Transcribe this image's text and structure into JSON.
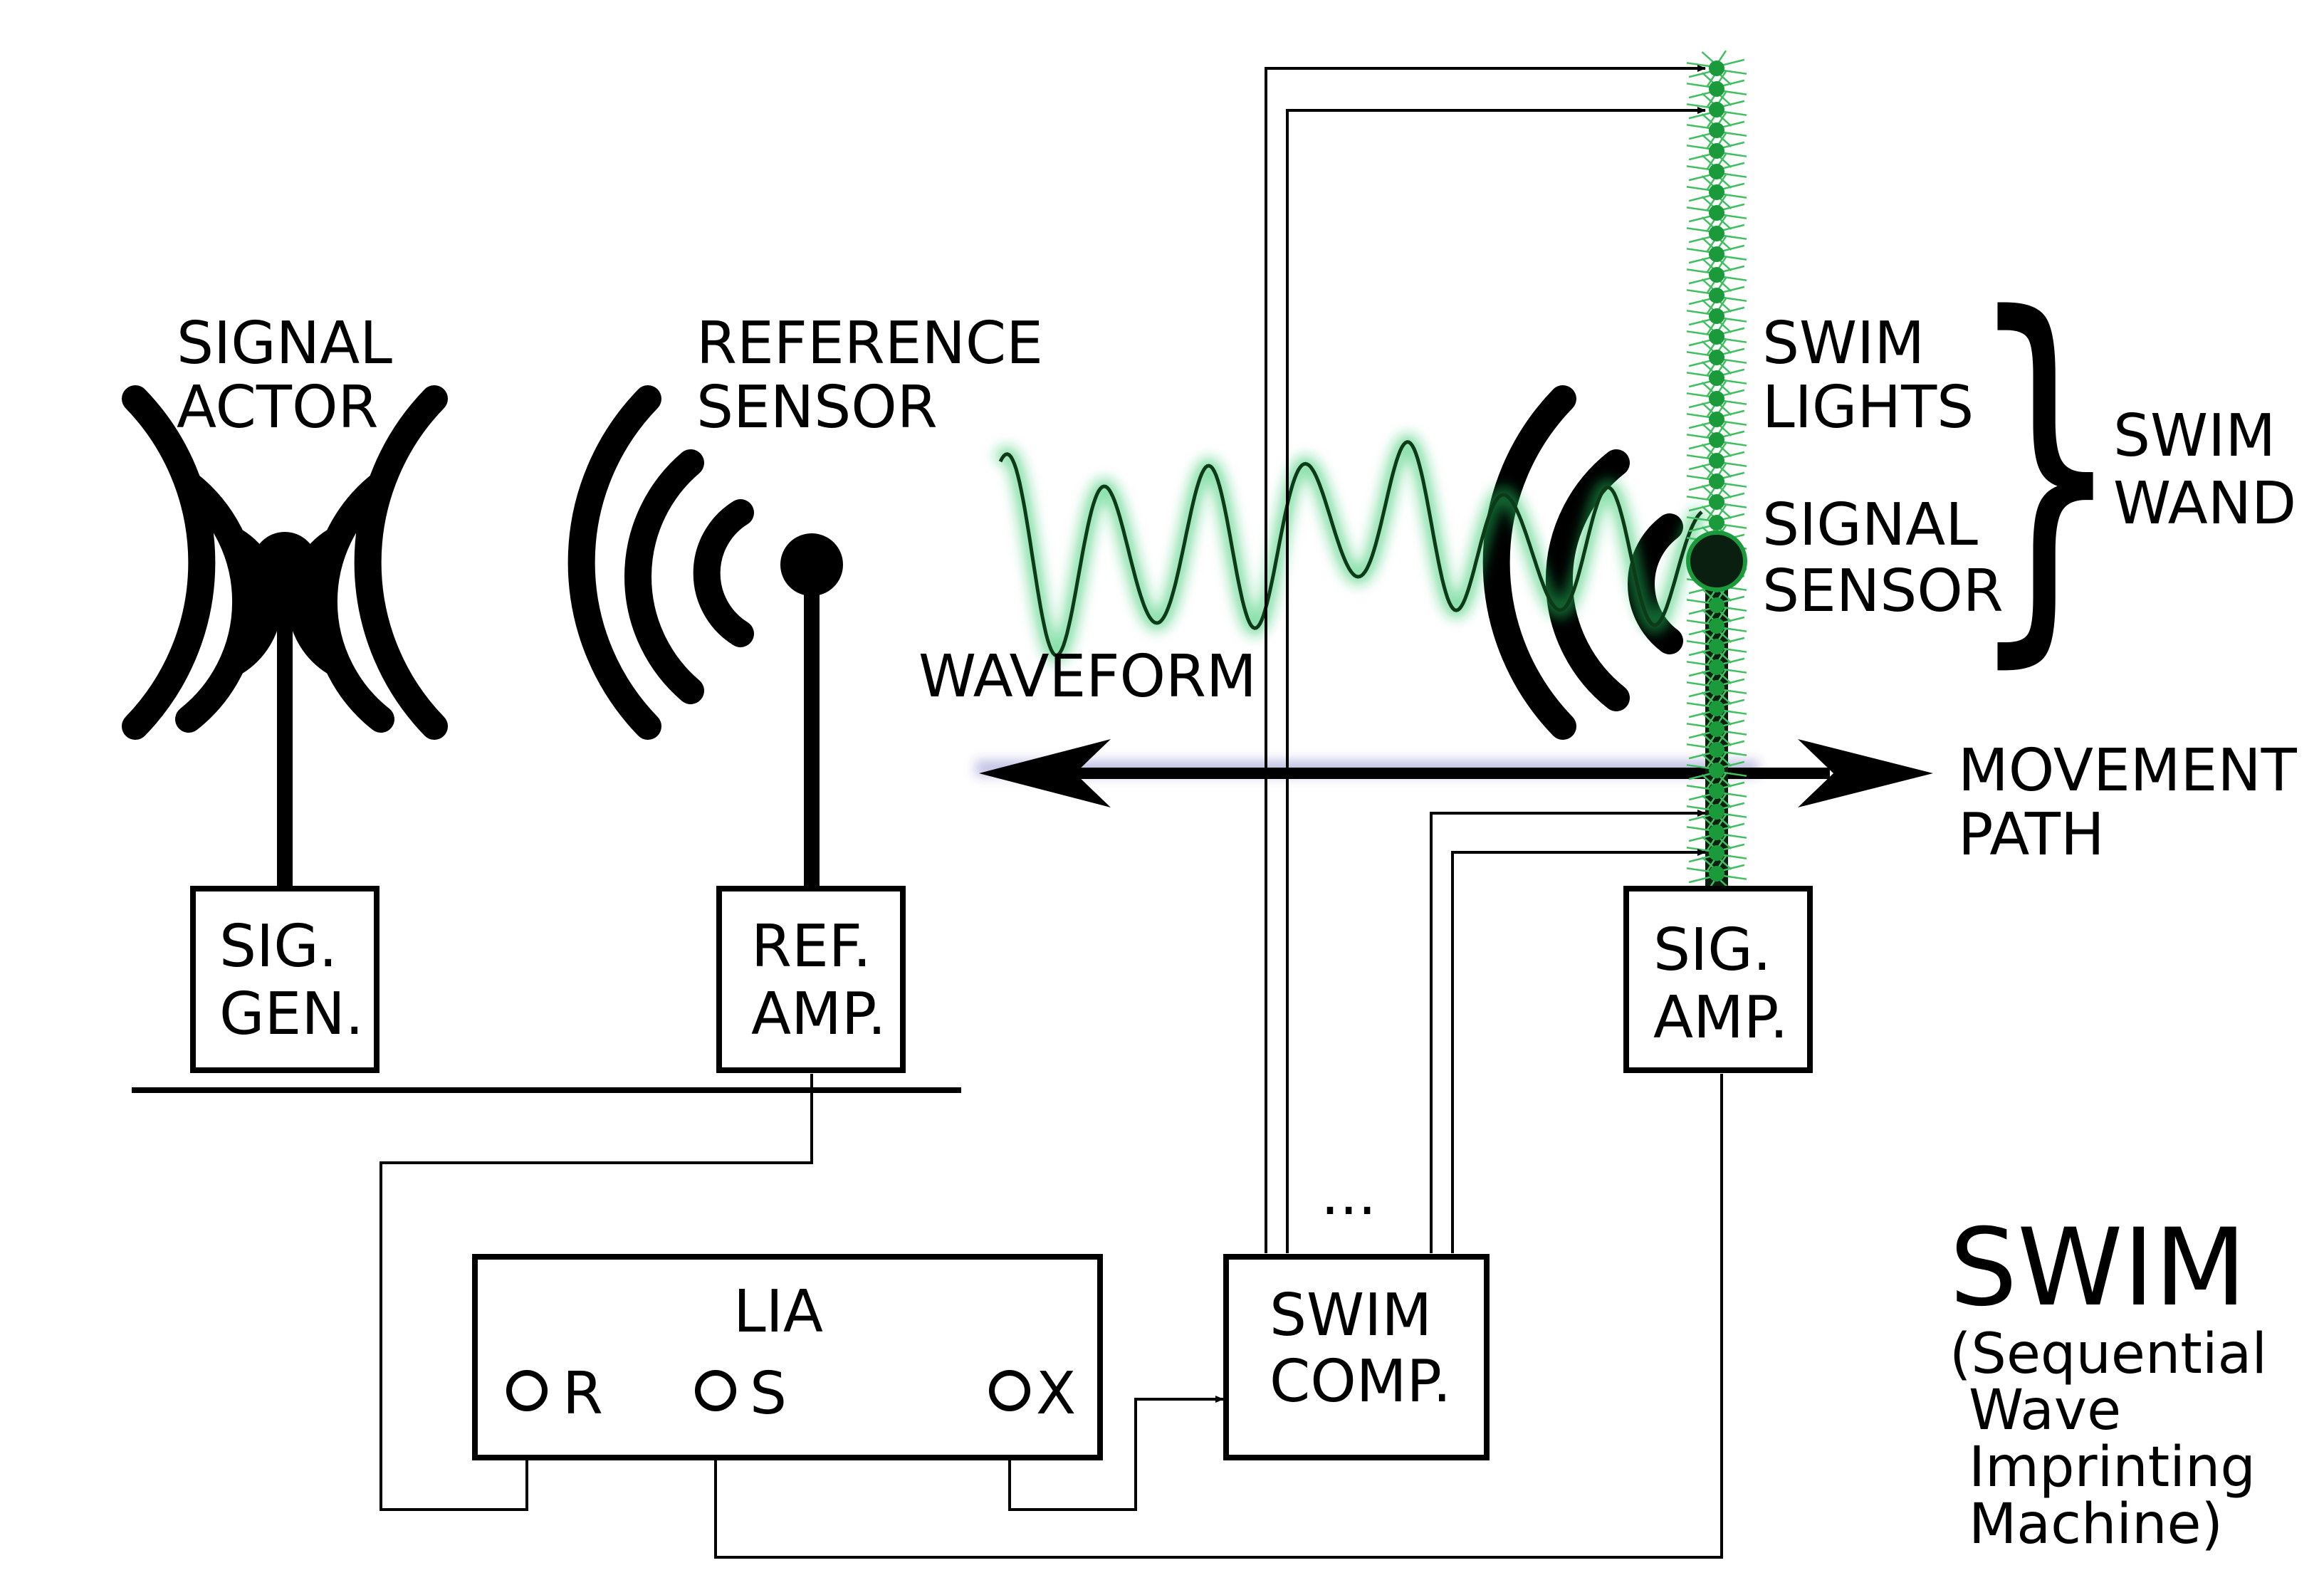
{
  "labels": {
    "signal_actor": [
      "SIGNAL",
      "ACTOR"
    ],
    "reference_sensor": [
      "REFERENCE",
      "SENSOR"
    ],
    "swim_lights": [
      "SWIM",
      "LIGHTS"
    ],
    "signal_sensor": [
      "SIGNAL",
      "SENSOR"
    ],
    "swim_wand": [
      "SWIM",
      "WAND"
    ],
    "waveform": "WAVEFORM",
    "movement_path": [
      "MOVEMENT",
      "PATH"
    ],
    "ellipsis": "...",
    "title": "SWIM",
    "subtitle": [
      "(Sequential",
      "Wave",
      "Imprinting",
      "Machine)"
    ]
  },
  "boxes": {
    "sig_gen": [
      "SIG.",
      "GEN."
    ],
    "ref_amp": [
      "REF.",
      "AMP."
    ],
    "sig_amp": [
      "SIG.",
      "AMP."
    ],
    "lia": "LIA",
    "swim_comp": [
      "SWIM",
      "COMP."
    ]
  },
  "ports": {
    "r": "R",
    "s": "S",
    "x": "X"
  },
  "colors": {
    "line": "#000000",
    "waveform_glow": "#22c55e",
    "light_dot": "#1a9a3a",
    "light_ray": "#3fbf5f",
    "motion_shadow": "#4a4ab0"
  }
}
